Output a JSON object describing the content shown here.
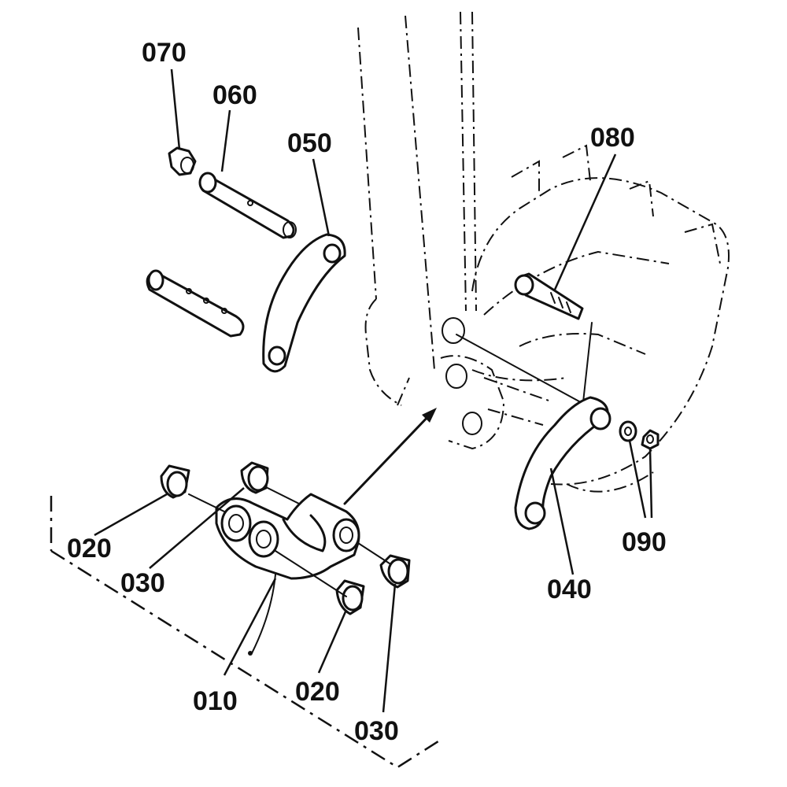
{
  "labels": {
    "p010": "010",
    "p020a": "020",
    "p020b": "020",
    "p030a": "030",
    "p030b": "030",
    "p040": "040",
    "p050": "050",
    "p060": "060",
    "p070": "070",
    "p080": "080",
    "p090": "090"
  },
  "colors": {
    "ink": "#111111",
    "background": "#ffffff"
  }
}
